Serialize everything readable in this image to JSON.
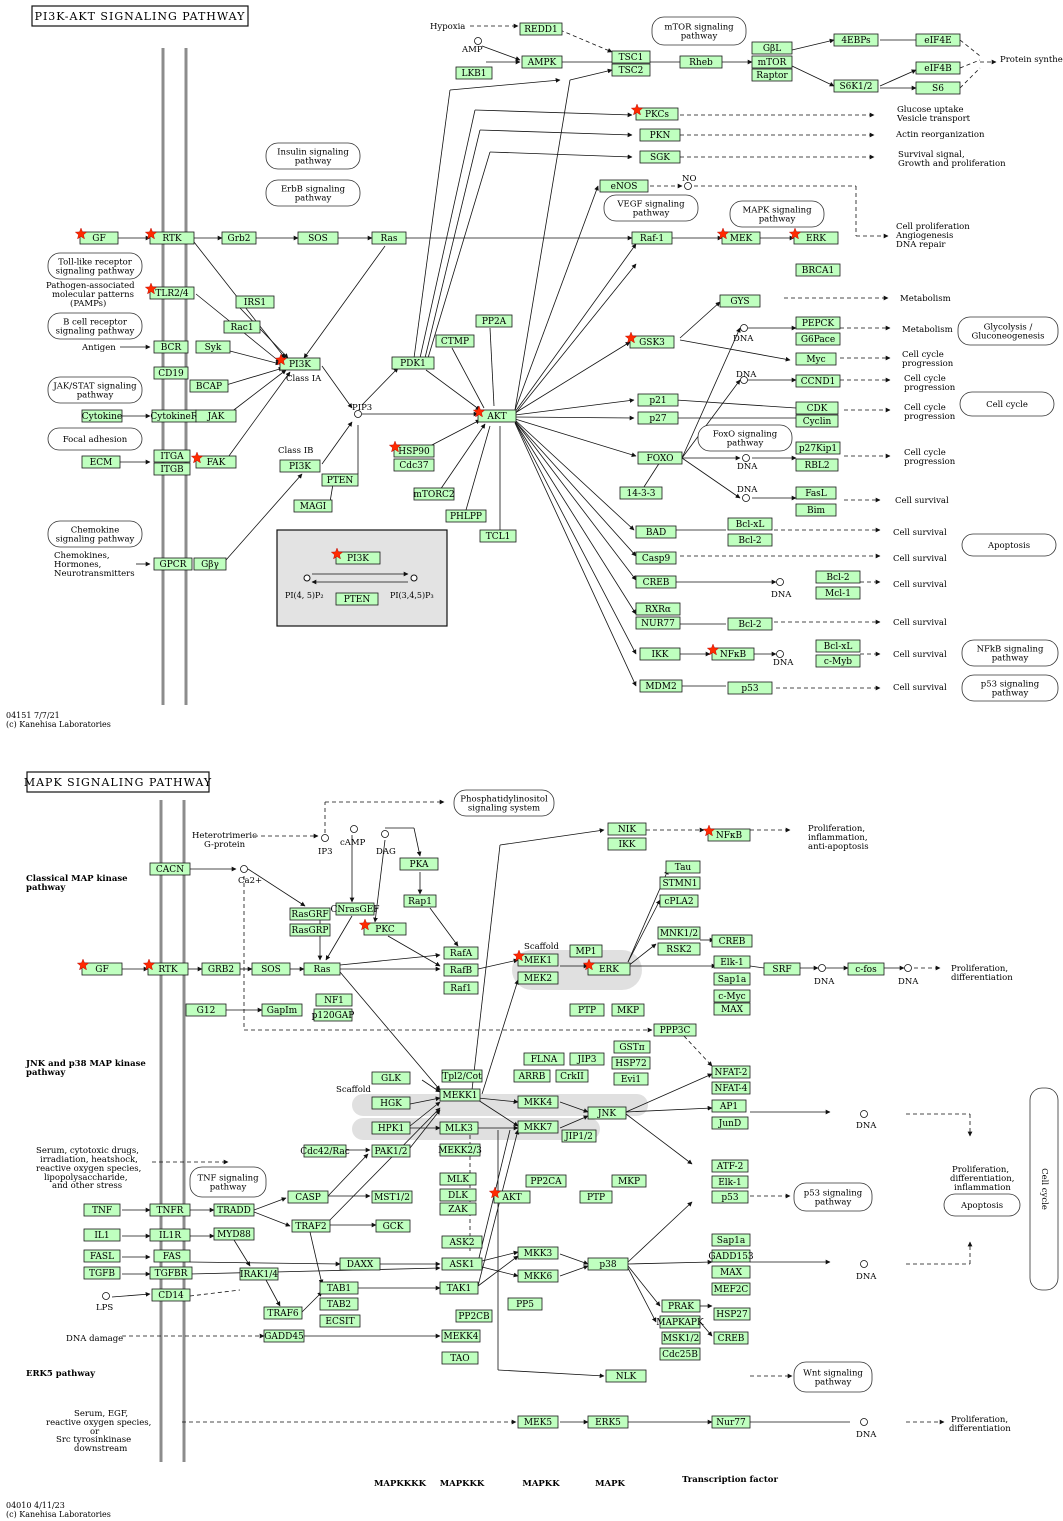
{
  "diagrams": [
    {
      "title": "PI3K-AKT SIGNALING PATHWAY",
      "footer": [
        "04151 7/7/21",
        "(c) Kanehisa Laboratories"
      ],
      "inset": {
        "enzyme": "PI3K",
        "phosphatase": "PTEN",
        "substrate": "PI(4, 5)P₂",
        "product": "PI(3,4,5)P₃"
      }
    },
    {
      "title": "MAPK SIGNALING PATHWAY",
      "footer": [
        "04010 4/11/23",
        "(c) Kanehisa Laboratories"
      ],
      "bottom_labels": [
        "MAPKKKK",
        "MAPKKK",
        "MAPKK",
        "MAPK",
        "Transcription factor"
      ]
    }
  ],
  "genes": [
    {
      "label": "GF",
      "star": true
    },
    {
      "label": "RTK",
      "star": true
    },
    {
      "label": "Grb2"
    },
    {
      "label": "SOS"
    },
    {
      "label": "Ras"
    },
    {
      "label": "TLR2/4",
      "star": true
    },
    {
      "label": "IRS1"
    },
    {
      "label": "Rac1"
    },
    {
      "label": "BCR"
    },
    {
      "label": "Syk"
    },
    {
      "label": "CD19"
    },
    {
      "label": "BCAP"
    },
    {
      "label": "PI3K",
      "star": true
    },
    {
      "label": "Cytokine"
    },
    {
      "label": "CytokineR"
    },
    {
      "label": "JAK"
    },
    {
      "label": "ECM"
    },
    {
      "label": "ITGA"
    },
    {
      "label": "ITGB"
    },
    {
      "label": "FAK",
      "star": true
    },
    {
      "label": "GPCR"
    },
    {
      "label": "Gβγ"
    },
    {
      "label": "PI3K"
    },
    {
      "label": "PTEN"
    },
    {
      "label": "MAGI"
    },
    {
      "label": "PDK1"
    },
    {
      "label": "PP2A"
    },
    {
      "label": "CTMP"
    },
    {
      "label": "HSP90",
      "star": true
    },
    {
      "label": "Cdc37"
    },
    {
      "label": "mTORC2"
    },
    {
      "label": "PHLPP"
    },
    {
      "label": "TCL1"
    },
    {
      "label": "AKT",
      "star": true
    },
    {
      "label": "REDD1"
    },
    {
      "label": "AMPK"
    },
    {
      "label": "LKB1"
    },
    {
      "label": "TSC1"
    },
    {
      "label": "TSC2"
    },
    {
      "label": "Rheb"
    },
    {
      "label": "GβL"
    },
    {
      "label": "mTOR"
    },
    {
      "label": "Raptor"
    },
    {
      "label": "4EBPs"
    },
    {
      "label": "eIF4E"
    },
    {
      "label": "eIF4B"
    },
    {
      "label": "S6K1/2"
    },
    {
      "label": "S6"
    },
    {
      "label": "PKCs",
      "star": true
    },
    {
      "label": "PKN"
    },
    {
      "label": "SGK"
    },
    {
      "label": "eNOS"
    },
    {
      "label": "Raf-1"
    },
    {
      "label": "MEK",
      "star": true
    },
    {
      "label": "ERK",
      "star": true
    },
    {
      "label": "BRCA1"
    },
    {
      "label": "GYS"
    },
    {
      "label": "GSK3",
      "star": true
    },
    {
      "label": "PEPCK"
    },
    {
      "label": "G6Pace"
    },
    {
      "label": "Myc"
    },
    {
      "label": "CCND1"
    },
    {
      "label": "p21"
    },
    {
      "label": "p27"
    },
    {
      "label": "CDK"
    },
    {
      "label": "Cyclin"
    },
    {
      "label": "FOXO"
    },
    {
      "label": "p27Kip1"
    },
    {
      "label": "RBL2"
    },
    {
      "label": "14-3-3"
    },
    {
      "label": "FasL"
    },
    {
      "label": "Bim"
    },
    {
      "label": "BAD"
    },
    {
      "label": "Bcl-xL"
    },
    {
      "label": "Bcl-2"
    },
    {
      "label": "Casp9"
    },
    {
      "label": "CREB"
    },
    {
      "label": "Bcl-2"
    },
    {
      "label": "Mcl-1"
    },
    {
      "label": "RXRα"
    },
    {
      "label": "NUR77"
    },
    {
      "label": "Bcl-2"
    },
    {
      "label": "IKK"
    },
    {
      "label": "NFκB",
      "star": true
    },
    {
      "label": "Bcl-xL"
    },
    {
      "label": "c-Myb"
    },
    {
      "label": "MDM2"
    },
    {
      "label": "p53"
    },
    {
      "label": "PI3K",
      "star": true
    },
    {
      "label": "PTEN"
    },
    {
      "label": "CACN"
    },
    {
      "label": "GF",
      "star": true
    },
    {
      "label": "RTK",
      "star": true
    },
    {
      "label": "GRB2"
    },
    {
      "label": "SOS"
    },
    {
      "label": "Ras"
    },
    {
      "label": "G12"
    },
    {
      "label": "GapIm"
    },
    {
      "label": "NF1"
    },
    {
      "label": "p120GAP"
    },
    {
      "label": "RasGRF"
    },
    {
      "label": "RasGRP"
    },
    {
      "label": "CNrasGEF"
    },
    {
      "label": "PKC",
      "star": true
    },
    {
      "label": "PKA"
    },
    {
      "label": "Rap1"
    },
    {
      "label": "RafA"
    },
    {
      "label": "RafB"
    },
    {
      "label": "Raf1"
    },
    {
      "label": "MP1"
    },
    {
      "label": "MEK1",
      "star": true
    },
    {
      "label": "MEK2"
    },
    {
      "label": "ERK",
      "star": true
    },
    {
      "label": "PTP"
    },
    {
      "label": "MKP"
    },
    {
      "label": "NIK"
    },
    {
      "label": "IKK"
    },
    {
      "label": "NFκB",
      "star": true
    },
    {
      "label": "Tau"
    },
    {
      "label": "STMN1"
    },
    {
      "label": "cPLA2"
    },
    {
      "label": "MNK1/2"
    },
    {
      "label": "RSK2"
    },
    {
      "label": "CREB"
    },
    {
      "label": "Elk-1"
    },
    {
      "label": "Sap1a"
    },
    {
      "label": "c-Myc"
    },
    {
      "label": "MAX"
    },
    {
      "label": "SRF"
    },
    {
      "label": "c-fos"
    },
    {
      "label": "PPP3C"
    },
    {
      "label": "NFAT-2"
    },
    {
      "label": "NFAT-4"
    },
    {
      "label": "AP1"
    },
    {
      "label": "JunD"
    },
    {
      "label": "GLK"
    },
    {
      "label": "HGK"
    },
    {
      "label": "Tpl2/Cot"
    },
    {
      "label": "MEKK1"
    },
    {
      "label": "FLNA"
    },
    {
      "label": "JIP3"
    },
    {
      "label": "ARRB"
    },
    {
      "label": "CrkII"
    },
    {
      "label": "GSTπ"
    },
    {
      "label": "HSP72"
    },
    {
      "label": "Evi1"
    },
    {
      "label": "MKK4"
    },
    {
      "label": "JNK"
    },
    {
      "label": "HPK1"
    },
    {
      "label": "MLK3"
    },
    {
      "label": "MEKK2/3"
    },
    {
      "label": "MKK7"
    },
    {
      "label": "JIP1/2"
    },
    {
      "label": "Cdc42/Rac"
    },
    {
      "label": "PAK1/2"
    },
    {
      "label": "MLK"
    },
    {
      "label": "DLK"
    },
    {
      "label": "ZAK"
    },
    {
      "label": "PP2CA"
    },
    {
      "label": "AKT",
      "star": true
    },
    {
      "label": "PTP"
    },
    {
      "label": "MKP"
    },
    {
      "label": "ATF-2"
    },
    {
      "label": "Elk-1"
    },
    {
      "label": "p53"
    },
    {
      "label": "TNF"
    },
    {
      "label": "TNFR"
    },
    {
      "label": "TRADD"
    },
    {
      "label": "CASP"
    },
    {
      "label": "MST1/2"
    },
    {
      "label": "TRAF2"
    },
    {
      "label": "GCK"
    },
    {
      "label": "IL1"
    },
    {
      "label": "IL1R"
    },
    {
      "label": "MYD88"
    },
    {
      "label": "FASL"
    },
    {
      "label": "FAS"
    },
    {
      "label": "TGFB"
    },
    {
      "label": "TGFBR"
    },
    {
      "label": "DAXX"
    },
    {
      "label": "ASK2"
    },
    {
      "label": "ASK1"
    },
    {
      "label": "MKK3"
    },
    {
      "label": "MKK6"
    },
    {
      "label": "p38"
    },
    {
      "label": "Sap1a"
    },
    {
      "label": "GADD153"
    },
    {
      "label": "MAX"
    },
    {
      "label": "MEF2C"
    },
    {
      "label": "CD14"
    },
    {
      "label": "IRAK1/4"
    },
    {
      "label": "TAB1"
    },
    {
      "label": "TAB2"
    },
    {
      "label": "TAK1"
    },
    {
      "label": "TRAF6"
    },
    {
      "label": "ECSIT"
    },
    {
      "label": "PP2CB"
    },
    {
      "label": "PP5"
    },
    {
      "label": "PRAK"
    },
    {
      "label": "MAPKAPK"
    },
    {
      "label": "HSP27"
    },
    {
      "label": "MSK1/2"
    },
    {
      "label": "CREB"
    },
    {
      "label": "Cdc25B"
    },
    {
      "label": "GADD45"
    },
    {
      "label": "MEKK4"
    },
    {
      "label": "TAO"
    },
    {
      "label": "NLK"
    },
    {
      "label": "MEK5"
    },
    {
      "label": "ERK5"
    },
    {
      "label": "Nur77"
    }
  ],
  "pathway_links": [
    "Insulin signaling pathway",
    "ErbB signaling pathway",
    "Toll-like receptor signaling pathway",
    "B cell receptor signaling pathway",
    "JAK/STAT signaling pathway",
    "Focal adhesion",
    "Chemokine signaling pathway",
    "mTOR signaling pathway",
    "VEGF signaling pathway",
    "MAPK signaling pathway",
    "Glycolysis / Gluconeogenesis",
    "Cell cycle",
    "FoxO signaling pathway",
    "Apoptosis",
    "NFkB signaling pathway",
    "p53 signaling pathway",
    "Phosphatidylinositol signaling system",
    "TNF signaling pathway",
    "p53 signaling pathway",
    "Apoptosis",
    "Wnt signaling pathway",
    "Cell cycle"
  ],
  "labels": [
    "Hypoxia",
    "AMP",
    "Protein synthesis",
    "Glucose uptake",
    "Vesicle transport",
    "Actin reorganization",
    "Survival signal,",
    "Growth and proliferation",
    "NO",
    "Cell proliferation",
    "Angiogenesis",
    "DNA repair",
    "Pathogen-associated",
    "molecular patterns",
    "(PAMPs)",
    "Antigen",
    "Class IA",
    "PIP3",
    "Class IB",
    "Metabolism",
    "Metabolism",
    "DNA",
    "DNA",
    "Cell cycle",
    "progression",
    "Cell cycle",
    "progression",
    "Cell cycle",
    "progression",
    "Cell cycle",
    "progression",
    "DNA",
    "DNA",
    "Cell survival",
    "Cell survival",
    "Cell survival",
    "Cell survival",
    "DNA",
    "Cell survival",
    "Cell survival",
    "DNA",
    "Cell survival",
    "Chemokines,",
    "Hormones,",
    "Neurotransmitters",
    "Classical MAP kinase",
    "pathway",
    "Heterotrimeric",
    "G-protein",
    "IP3",
    "cAMP",
    "DAG",
    "Ca2+",
    "Scaffold",
    "Proliferation,",
    "inflammation,",
    "anti-apoptosis",
    "Proliferation,",
    "differentiation",
    "DNA",
    "DNA",
    "JNK and p38 MAP kinase",
    "pathway",
    "Scaffold",
    "DNA",
    "Serum, cytotoxic drugs,",
    "irradiation, heatshock,",
    "reactive oxygen species,",
    "lipopolysaccharide,",
    "and other stress",
    "Proliferation,",
    "differentiation,",
    "inflammation",
    "LPS",
    "DNA",
    "DNA damage",
    "ERK5 pathway",
    "Serum, EGF,",
    "reactive oxygen species,",
    "or",
    "Src tyrosinkinase",
    "downstream",
    "DNA",
    "Proliferation,",
    "differentiation"
  ]
}
